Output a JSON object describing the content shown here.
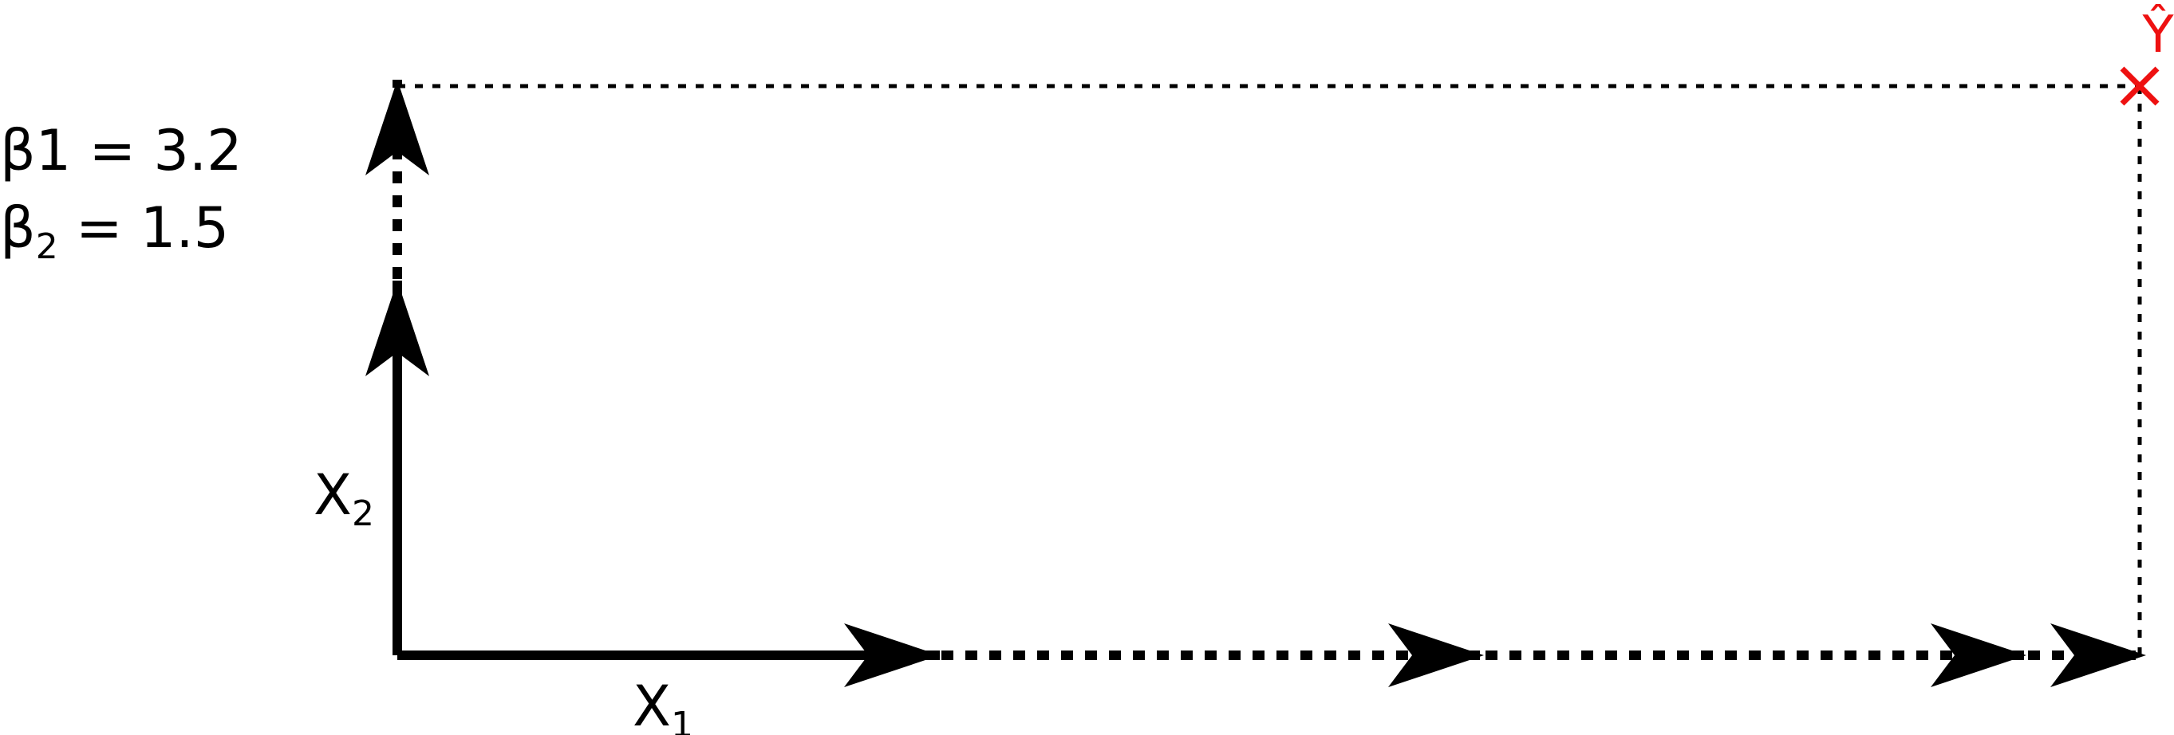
{
  "coefficients": {
    "beta1": {
      "symbol": "β1",
      "equals": " = ",
      "value": "3.2"
    },
    "beta2": {
      "symbol": "β",
      "sub": "2",
      "equals": " = ",
      "value": "1.5"
    }
  },
  "axes": {
    "x1": {
      "letter": "X",
      "sub": "1"
    },
    "x2": {
      "letter": "X",
      "sub": "2"
    }
  },
  "prediction": {
    "label": "Ŷ",
    "color": "#ee1111"
  },
  "colors": {
    "ink": "#000000"
  }
}
